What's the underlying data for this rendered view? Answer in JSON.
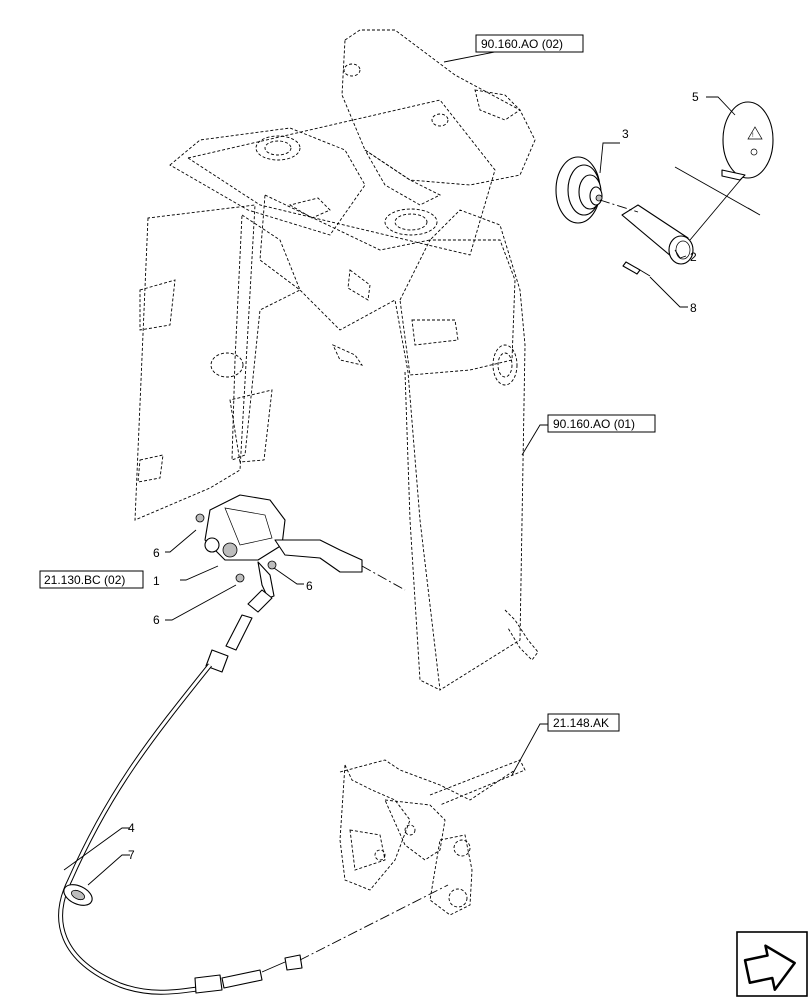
{
  "references": {
    "ref_upper_console": "90.160.AO (02)",
    "ref_lower_console": "90.160.AO (01)",
    "ref_control": "21.130.BC (02)",
    "ref_gearbox": "21.148.AK"
  },
  "callouts": {
    "n1": "1",
    "n2": "2",
    "n3": "3",
    "n4": "4",
    "n5": "5",
    "n6a": "6",
    "n6b": "6",
    "n6c": "6",
    "n7": "7",
    "n8": "8"
  },
  "colors": {
    "line": "#000000",
    "background": "#ffffff",
    "shade": "#bdbdbd"
  },
  "icons": {
    "nav": "next-page-arrow-icon",
    "warning": "warning-triangle-icon"
  }
}
